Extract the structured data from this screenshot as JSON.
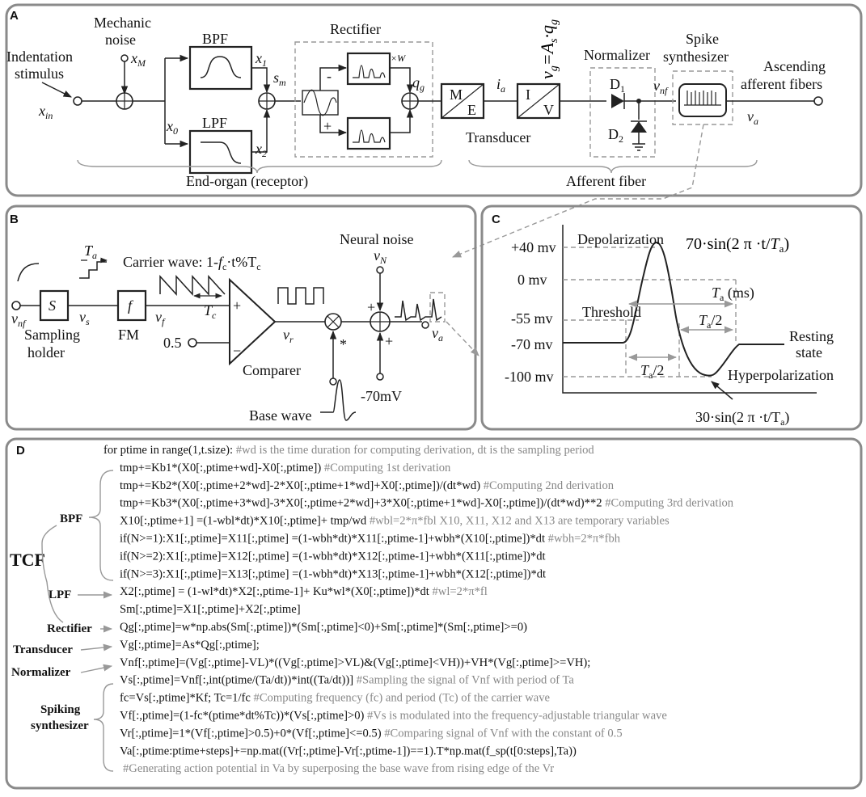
{
  "panel_a": {
    "letter": "A",
    "indentation": "Indentation",
    "stimulus": "stimulus",
    "x_in": "x",
    "x_in_sub": "in",
    "mechanic": "Mechanic",
    "noise": "noise",
    "x_m": "x",
    "x_m_sub": "M",
    "x0": "x",
    "x0_sub": "0",
    "bpf": "BPF",
    "lpf": "LPF",
    "x1": "x",
    "x1_sub": "1",
    "x2": "x",
    "x2_sub": "2",
    "s_m": "s",
    "s_m_sub": "m",
    "rectifier": "Rectifier",
    "minus": "-",
    "plus": "+",
    "times_w": "×W",
    "q_g": "q",
    "q_g_sub": "g",
    "me_top": "M",
    "me_bottom": "E",
    "i_a": "i",
    "i_a_sub": "a",
    "iv_top": "I",
    "iv_bottom": "V",
    "vg_eq": "v",
    "vg_eq_sub": "g",
    "vg_eq_rhs": "=A",
    "vg_eq_rhs_sub": "s",
    "vg_eq_tail": "·q",
    "vg_eq_tail_sub": "g",
    "transducer": "Transducer",
    "normalizer": "Normalizer",
    "d1": "D",
    "d1_sub": "1",
    "d2": "D",
    "d2_sub": "2",
    "v_nf": "v",
    "v_nf_sub": "nf",
    "spike": "Spike",
    "synthesizer": "synthesizer",
    "v_a": "v",
    "v_a_sub": "a",
    "ascending": "Ascending",
    "afferent": "afferent fibers",
    "end_organ": "End-organ (receptor)",
    "afferent_fiber": "Afferent fiber"
  },
  "panel_b": {
    "letter": "B",
    "t_a": "T",
    "t_a_sub": "a",
    "carrier": "Carrier wave: 1-",
    "carrier_f": "f",
    "carrier_f_sub": "c",
    "carrier_tail": "·t%T",
    "carrier_tail_sub": "c",
    "t_c": "T",
    "t_c_sub": "c",
    "v_nf": "v",
    "v_nf_sub": "nf",
    "s_box": "S",
    "v_s": "v",
    "v_s_sub": "s",
    "f_box": "f",
    "v_f": "v",
    "v_f_sub": "f",
    "sampling": "Sampling",
    "holder": "holder",
    "fm": "FM",
    "plus": "+",
    "minus": "−",
    "half": "0.5",
    "v_r": "v",
    "v_r_sub": "r",
    "comparer": "Comparer",
    "star": "*",
    "base_wave": "Base wave",
    "neural_noise": "Neural noise",
    "v_n": "v",
    "v_n_sub": "N",
    "plus2": "+",
    "plus3": "+",
    "neg70": "-70mV",
    "v_a": "v",
    "v_a_sub": "a"
  },
  "panel_c": {
    "letter": "C",
    "y40": "+40 mv",
    "y0": "0 mv",
    "y55": "-55 mv",
    "y70": "-70 mv",
    "y100": "-100 mv",
    "depolarization": "Depolarization",
    "formula_top": "70·sin(2 π ·t/",
    "formula_top_t": "T",
    "formula_top_sub": "a",
    "formula_top_end": ")",
    "threshold": "Threshold",
    "ta_ms": "T",
    "ta_ms_sub": "a",
    "ta_ms_tail": " (ms)",
    "ta_half1": "T",
    "ta_half1_sub": "a",
    "ta_half1_tail": "/2",
    "ta_half2": "T",
    "ta_half2_sub": "a",
    "ta_half2_tail": "/2",
    "resting": "Resting",
    "state": "state",
    "hyper": "Hyperpolarization",
    "formula_bottom": "30·sin(2 π ·t/T",
    "formula_bottom_sub": "a",
    "formula_bottom_end": ")"
  },
  "panel_d": {
    "letter": "D",
    "tcf": "TCF",
    "cat_bpf": "BPF",
    "cat_lpf": "LPF",
    "cat_rect": "Rectifier",
    "cat_trans": "Transducer",
    "cat_norm": "Normalizer",
    "cat_spike1": "Spiking",
    "cat_spike2": "synthesizer",
    "lines": [
      {
        "code": "for ptime in range(1,t.size):",
        "comment": "    #wd is the time duration for computing derivation, dt is the sampling period"
      },
      {
        "code": "tmp+=Kb1*(X0[:,ptime+wd]-X0[:,ptime])",
        "comment": " #Computing 1st derivation"
      },
      {
        "code": "tmp+=Kb2*(X0[:,ptime+2*wd]-2*X0[:,ptime+1*wd]+X0[:,ptime])/(dt*wd)",
        "comment": "  #Computing 2nd derivation"
      },
      {
        "code": "tmp+=Kb3*(X0[:,ptime+3*wd]-3*X0[:,ptime+2*wd]+3*X0[:,ptime+1*wd]-X0[:,ptime])/(dt*wd)**2",
        "comment": " #Computing 3rd derivation"
      },
      {
        "code": "X10[:,ptime+1] =(1-wbl*dt)*X10[:,ptime]+ tmp/wd",
        "comment": "  #wbl=2*π*fbl    X10, X11, X12 and X13 are temporary variables"
      },
      {
        "code": "if(N>=1):X1[:,ptime]=X11[:,ptime] =(1-wbh*dt)*X11[:,ptime-1]+wbh*(X10[:,ptime])*dt",
        "comment": "  #wbh=2*π*fbh"
      },
      {
        "code": "if(N>=2):X1[:,ptime]=X12[:,ptime] =(1-wbh*dt)*X12[:,ptime-1]+wbh*(X11[:,ptime])*dt",
        "comment": ""
      },
      {
        "code": "if(N>=3):X1[:,ptime]=X13[:,ptime] =(1-wbh*dt)*X13[:,ptime-1]+wbh*(X12[:,ptime])*dt",
        "comment": ""
      },
      {
        "code": "X2[:,ptime] = (1-wl*dt)*X2[:,ptime-1]+ Ku*wl*(X0[:,ptime])*dt",
        "comment": "  #wl=2*π*fl"
      },
      {
        "code": "Sm[:,ptime]=X1[:,ptime]+X2[:,ptime]",
        "comment": ""
      },
      {
        "code": "Qg[:,ptime]=w*np.abs(Sm[:,ptime])*(Sm[:,ptime]<0)+Sm[:,ptime]*(Sm[:,ptime]>=0)",
        "comment": ""
      },
      {
        "code": "Vg[:,ptime]=As*Qg[:,ptime];",
        "comment": ""
      },
      {
        "code": "Vnf[:,ptime]=(Vg[:,ptime]-VL)*((Vg[:,ptime]>VL)&(Vg[:,ptime]<VH))+VH*(Vg[:,ptime]>=VH);",
        "comment": ""
      },
      {
        "code": "Vs[:,ptime]=Vnf[:,int(ptime/(Ta/dt))*int((Ta/dt))]",
        "comment": "  #Sampling the signal of Vnf with period of Ta"
      },
      {
        "code": "fc=Vs[:,ptime]*Kf; Tc=1/fc",
        "comment": "  #Computing frequency (fc) and period (Tc) of the carrier wave"
      },
      {
        "code": "Vf[:,ptime]=(1-fc*(ptime*dt%Tc))*(Vs[:,ptime]>0)",
        "comment": "  #Vs is modulated into the frequency-adjustable triangular wave"
      },
      {
        "code": "Vr[:,ptime]=1*(Vf[:,ptime]>0.5)+0*(Vf[:,ptime]<=0.5)",
        "comment": "  #Comparing signal of Vnf  with the constant of  0.5"
      },
      {
        "code": "Va[:,ptime:ptime+steps]+=np.mat((Vr[:,ptime]-Vr[:,ptime-1])==1).T*np.mat(f_sp(t[0:steps],Ta))",
        "comment": ""
      },
      {
        "code": "",
        "comment": "#Generating action potential in Va by superposing the base wave from rising edge of the Vr"
      }
    ]
  }
}
